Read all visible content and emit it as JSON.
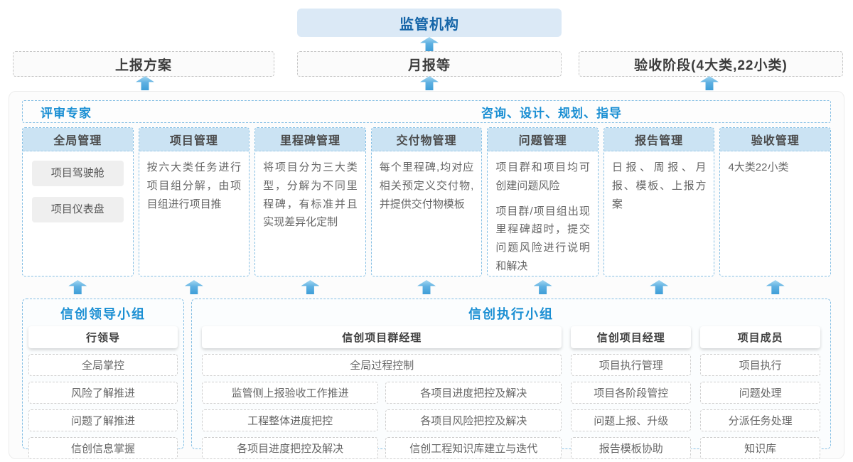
{
  "top": {
    "regulator": "监管机构",
    "boxes": [
      {
        "label": "上报方案"
      },
      {
        "label": "月报等"
      },
      {
        "label": "验收阶段(4大类,22小类)"
      }
    ]
  },
  "middle": {
    "expert_role": "评审专家",
    "advisory_role": "咨询、设计、规划、指导",
    "columns": [
      {
        "title": "全局管理",
        "pills": [
          "项目驾驶舱",
          "项目仪表盘"
        ]
      },
      {
        "title": "项目管理",
        "paragraphs": [
          "按六大类任务进行项目组分解，由项目组进行项目推"
        ]
      },
      {
        "title": "里程碑管理",
        "paragraphs": [
          "将项目分为三大类型，分解为不同里程碑，有标准并且实现差异化定制"
        ]
      },
      {
        "title": "交付物管理",
        "paragraphs": [
          "每个里程碑,均对应相关预定义交付物,并提供交付物模板"
        ]
      },
      {
        "title": "问题管理",
        "paragraphs": [
          "项目群和项目均可创建问题风险",
          "项目群/项目组出现里程碑超时，提交问题风险进行说明和解决"
        ]
      },
      {
        "title": "报告管理",
        "paragraphs": [
          "日报、周报、月报、模板、上报方案"
        ]
      },
      {
        "title": "验收管理",
        "paragraphs": [
          "4大类22小类"
        ]
      }
    ]
  },
  "bottom": {
    "leader_group": {
      "title": "信创领导小组",
      "role": "行领导",
      "items": [
        "全局掌控",
        "风险了解推进",
        "问题了解推进",
        "信创信息掌握"
      ]
    },
    "exec_group": {
      "title": "信创执行小组",
      "program_manager": {
        "role": "信创项目群经理",
        "full_item": "全局过程控制",
        "left_items": [
          "监管侧上报验收工作推进",
          "工程整体进度把控",
          "各项目进度把控及解决"
        ],
        "right_items": [
          "各项目进度把控及解决",
          "各项目风险把控及解决",
          "信创工程知识库建立与迭代"
        ]
      },
      "project_manager": {
        "role": "信创项目经理",
        "items": [
          "项目执行管理",
          "项目各阶段管控",
          "问题上报、升级",
          "报告模板协助"
        ]
      },
      "member": {
        "role": "项目成员",
        "items": [
          "项目执行",
          "问题处理",
          "分派任务处理",
          "知识库"
        ]
      }
    }
  },
  "colors": {
    "accent_blue": "#1b8fd3",
    "regulator_text": "#1565a8",
    "regulator_bg": "#dbe9f6",
    "column_header_bg": "#cbe3f3",
    "dashed_blue_border": "#85bfe4",
    "arrow_top": "#a6d8f2",
    "arrow_bottom": "#3f9ed8"
  }
}
